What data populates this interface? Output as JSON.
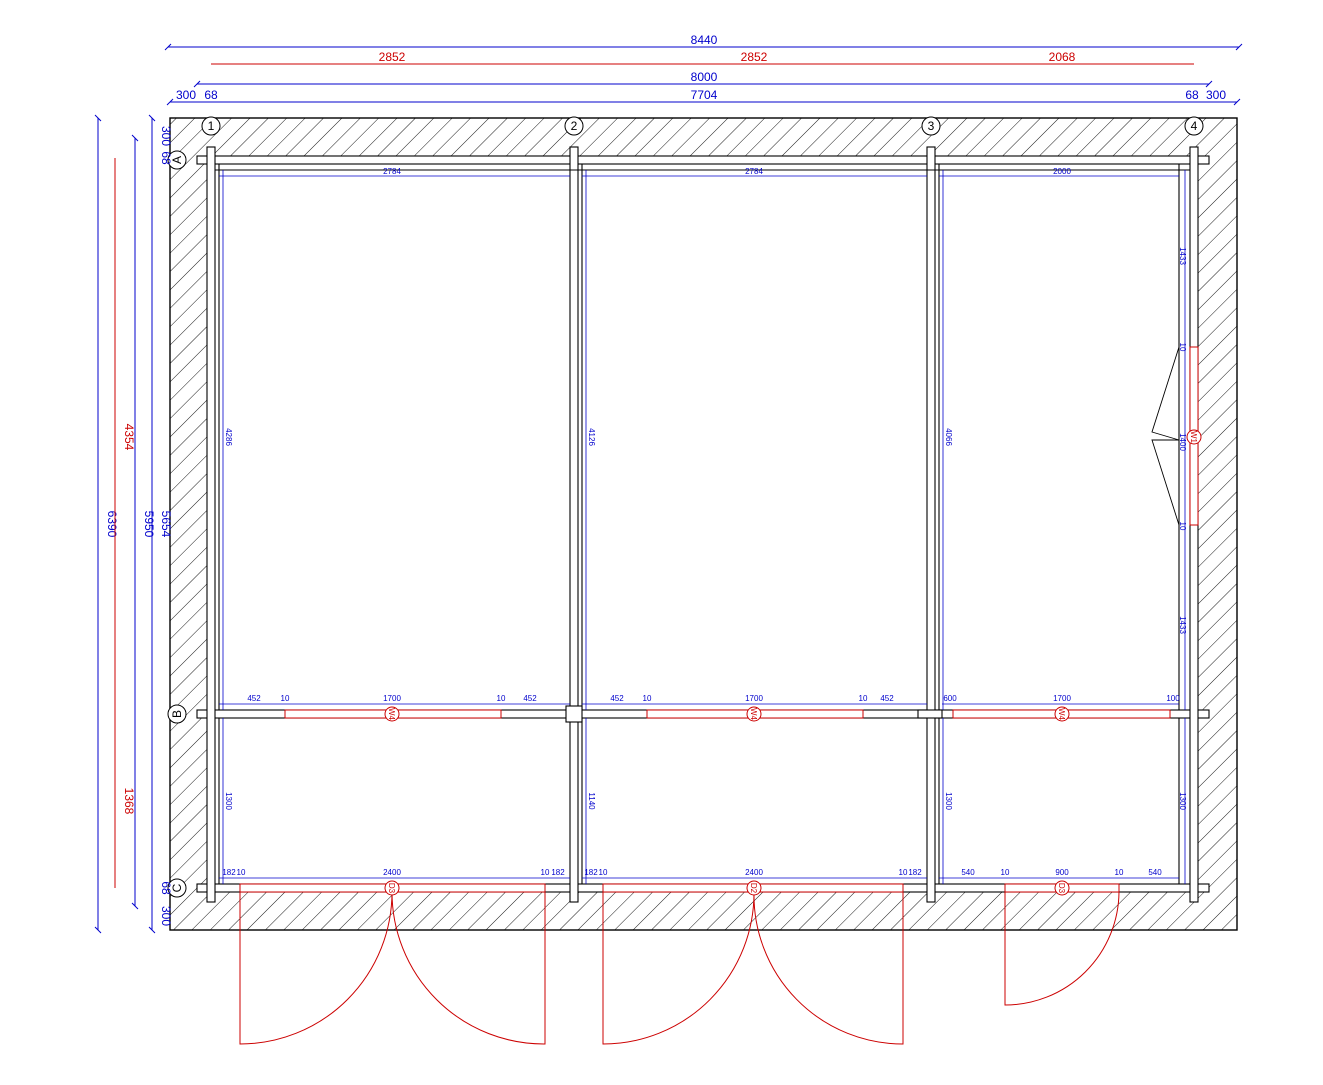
{
  "colors": {
    "background": "#ffffff",
    "wall": "#000000",
    "hatch": "#000000",
    "dimension_blue": "#0000cc",
    "dimension_red": "#cc0000",
    "opening_red": "#cc0000"
  },
  "axes": {
    "columns": [
      "1",
      "2",
      "3",
      "4"
    ],
    "rows": [
      "A",
      "B",
      "C"
    ]
  },
  "top_dimensions": {
    "overall": "8440",
    "red": [
      "2852",
      "2852",
      "2068"
    ],
    "axis_total": "8000",
    "inner": [
      "300",
      "68",
      "7704",
      "68",
      "300"
    ]
  },
  "left_dimensions": {
    "overall": "6390",
    "axis_total": "5950",
    "inner_total": "5654",
    "red": [
      "4354",
      "1368"
    ],
    "offsets_top": [
      "300",
      "68"
    ],
    "offsets_bottom": [
      "68",
      "300"
    ]
  },
  "room_dimensions": {
    "widths": [
      "2784",
      "2784",
      "2000"
    ],
    "heights_upper": [
      "4286",
      "4126",
      "4066"
    ],
    "heights_lower": [
      "1300",
      "1140",
      "1300",
      "1300"
    ],
    "right_wall": [
      "1433",
      "10",
      "1400",
      "10",
      "1433"
    ]
  },
  "partition_row_b": {
    "bay1": [
      "452",
      "10",
      "1700",
      "10",
      "452"
    ],
    "bay2": [
      "452",
      "10",
      "1700",
      "10",
      "452"
    ],
    "bay3": [
      "600",
      "1700",
      "100"
    ]
  },
  "front_row_c": {
    "bay1": [
      "182",
      "10",
      "2400",
      "10",
      "182"
    ],
    "bay2": [
      "182",
      "10",
      "2400",
      "10",
      "182"
    ],
    "bay3": [
      "540",
      "10",
      "900",
      "10",
      "540"
    ]
  },
  "opening_marks": {
    "interior_windows": [
      "W4",
      "W4",
      "W4"
    ],
    "side_window": "W1",
    "doors": [
      "D3",
      "D2",
      "D3"
    ]
  }
}
